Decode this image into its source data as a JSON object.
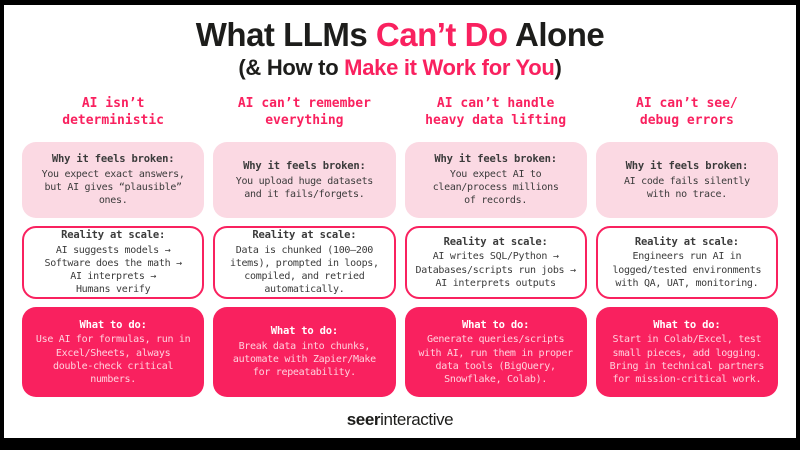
{
  "colors": {
    "accent_pink": "#f9215f",
    "light_pink_box": "#fbd9e3",
    "todo_body_text": "#ffd2de",
    "dark_text": "#1d1d1b",
    "frame_black": "#000000"
  },
  "title": {
    "pre": "What LLMs ",
    "highlight": "Can’t Do",
    "post": " Alone"
  },
  "subtitle": {
    "pre": "(& How to ",
    "highlight": "Make it Work for You",
    "post": ")"
  },
  "columns": [
    {
      "header": "AI isn’t\ndeterministic",
      "why": {
        "label": "Why it feels broken:",
        "body": "You expect exact answers,\nbut AI gives “plausible”\nones."
      },
      "reality": {
        "label": "Reality at scale:",
        "body": "AI suggests models →\nSoftware does the math →\nAI interprets →\nHumans verify"
      },
      "todo": {
        "label": "What to do:",
        "body": "Use AI for formulas, run in\nExcel/Sheets, always\ndouble-check critical\nnumbers."
      }
    },
    {
      "header": "AI can’t remember\neverything",
      "why": {
        "label": "Why it feels broken:",
        "body": "You upload huge datasets\nand it fails/forgets."
      },
      "reality": {
        "label": "Reality at scale:",
        "body": "Data is chunked (100–200\nitems), prompted in loops,\ncompiled, and retried\nautomatically."
      },
      "todo": {
        "label": "What to do:",
        "body": "Break data into chunks,\nautomate with Zapier/Make\nfor repeatability."
      }
    },
    {
      "header": "AI can’t handle\nheavy data lifting",
      "why": {
        "label": "Why it feels broken:",
        "body": "You expect AI to\nclean/process millions\nof records."
      },
      "reality": {
        "label": "Reality at scale:",
        "body": "AI writes SQL/Python →\nDatabases/scripts run jobs →\nAI interprets outputs"
      },
      "todo": {
        "label": "What to do:",
        "body": "Generate queries/scripts\nwith AI, run them in proper\ndata tools (BigQuery,\nSnowflake, Colab)."
      }
    },
    {
      "header": "AI can’t see/\ndebug errors",
      "why": {
        "label": "Why it feels broken:",
        "body": "AI code fails silently\nwith no trace."
      },
      "reality": {
        "label": "Reality at scale:",
        "body": "Engineers run AI in\nlogged/tested environments\nwith QA, UAT, monitoring."
      },
      "todo": {
        "label": "What to do:",
        "body": "Start in Colab/Excel, test\nsmall pieces, add logging.\nBring in technical partners\nfor mission-critical work."
      }
    }
  ],
  "footer": {
    "logo_bold": "seer",
    "logo_regular": "interactive"
  }
}
